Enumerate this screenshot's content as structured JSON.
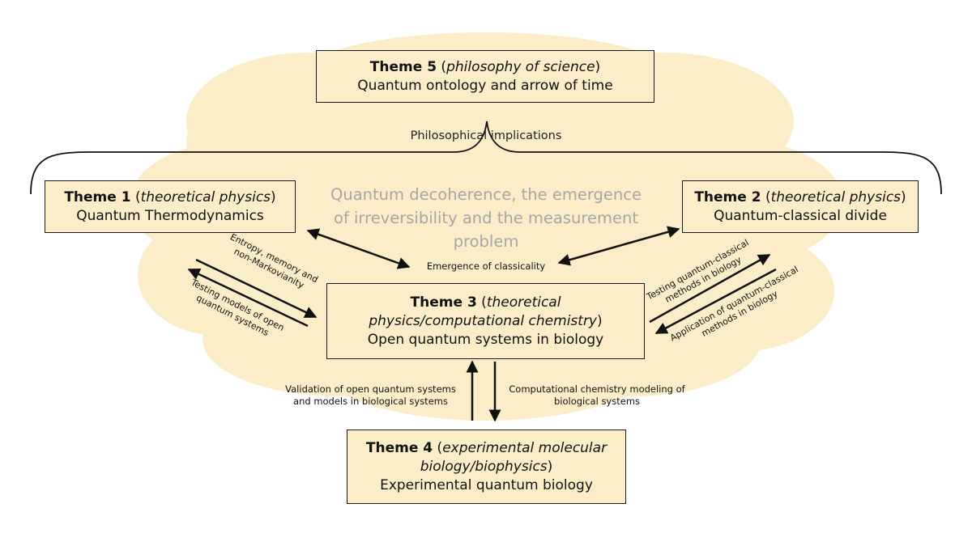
{
  "themes": {
    "theme5": {
      "name": "Theme 5",
      "field": "philosophy of science",
      "title": "Quantum ontology and arrow of time"
    },
    "theme1": {
      "name": "Theme 1",
      "field": "theoretical physics",
      "title": "Quantum Thermodynamics"
    },
    "theme2": {
      "name": "Theme 2",
      "field": "theoretical physics",
      "title": "Quantum-classical divide"
    },
    "theme3": {
      "name": "Theme 3",
      "field_line1": "theoretical",
      "field_line2": "physics/computational chemistry",
      "title": "Open quantum systems in biology"
    },
    "theme4": {
      "name": "Theme 4",
      "field_line1": "experimental molecular",
      "field_line2": "biology/biophysics",
      "title": "Experimental quantum biology"
    }
  },
  "center_text": {
    "line1": "Quantum decoherence, the emergence",
    "line2": "of irreversibility and the measurement",
    "line3": "problem"
  },
  "labels": {
    "philosophical": "Philosophical implications",
    "classicality": "Emergence of classicality",
    "t1_to_t3_line1": "Entropy, memory and",
    "t1_to_t3_line2": "non-Markovianity",
    "t3_to_t1_line1": "Testing models of open",
    "t3_to_t1_line2": "quantum systems",
    "t3_to_t2_line1": "Testing quantum-classical",
    "t3_to_t2_line2": "methods in biology",
    "t2_to_t3_line1": "Application of quantum-classical",
    "t2_to_t3_line2": "methods in biology",
    "t4_to_t3_line1": "Validation of open quantum systems",
    "t4_to_t3_line2": "and models in biological systems",
    "t3_to_t4_line1": "Computational chemistry modeling of",
    "t3_to_t4_line2": "biological systems"
  },
  "colors": {
    "cloud": "#fbedc8",
    "box": "#fbedc8",
    "center_text": "#a6a6a6",
    "line": "#111111"
  }
}
